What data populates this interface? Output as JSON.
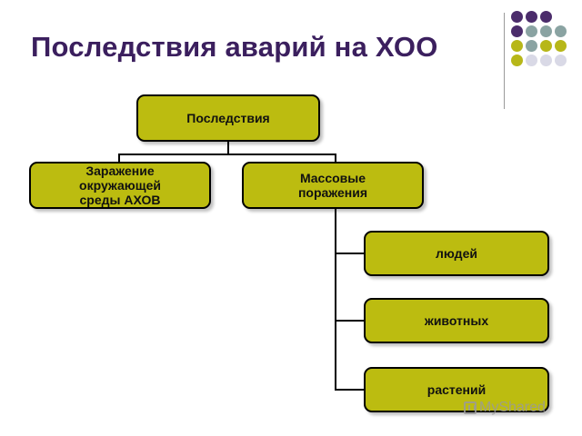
{
  "slide": {
    "title": "Последствия аварий на ХОО"
  },
  "decor": {
    "dot_colors": [
      "#4b2c6b",
      "#4b2c6b",
      "#4b2c6b",
      "#ffffff",
      "#4b2c6b",
      "#8aa3a2",
      "#8aa3a2",
      "#8aa3a2",
      "#b7b719",
      "#8aa3a2",
      "#b7b719",
      "#b7b719",
      "#b7b719",
      "#d9d9e6",
      "#d9d9e6",
      "#d9d9e6"
    ]
  },
  "diagram": {
    "box_color": "#bcbc10",
    "root": {
      "label": "Последствия"
    },
    "level1": [
      {
        "label": "Заражение\nокружающей\nсреды АХОВ"
      },
      {
        "label": "Массовые\nпоражения"
      }
    ],
    "level2": [
      {
        "label": "людей"
      },
      {
        "label": "животных"
      },
      {
        "label": "растений"
      }
    ]
  },
  "watermark": {
    "text": "MyShared"
  }
}
